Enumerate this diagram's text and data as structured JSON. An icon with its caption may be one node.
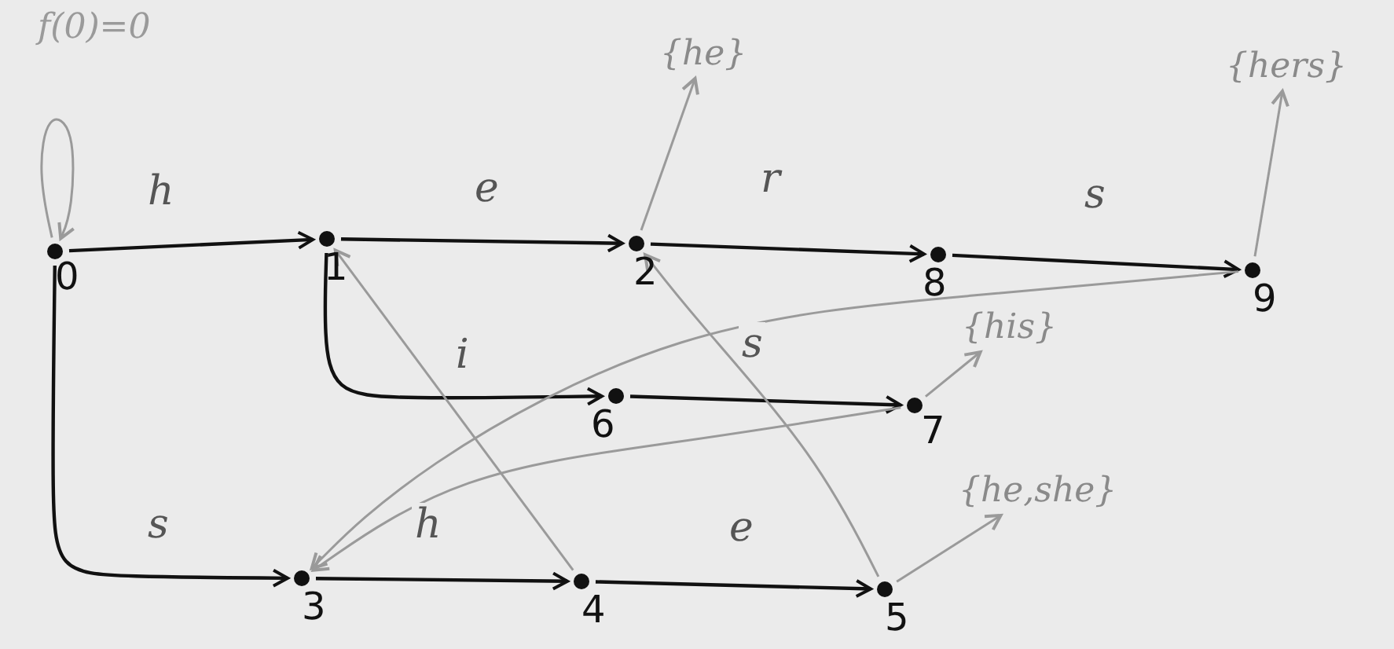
{
  "diagram": {
    "nodes": [
      {
        "text": [
          "0"
        ]
      },
      {
        "text": [
          "1"
        ]
      },
      {
        "text": [
          "2"
        ]
      },
      {
        "text": [
          "3"
        ]
      },
      {
        "text": [
          "4"
        ]
      },
      {
        "text": [
          "5"
        ]
      },
      {
        "text": [
          "6"
        ]
      },
      {
        "text": [
          "7"
        ]
      },
      {
        "text": [
          "8"
        ]
      },
      {
        "text": [
          "9"
        ]
      },
      {
        "text": [
          "{he}"
        ]
      },
      {
        "text": [
          "{hers}"
        ]
      },
      {
        "text": [
          "{his}"
        ]
      },
      {
        "text": [
          "{he,she}"
        ]
      }
    ],
    "edges": [
      {
        "from": 0,
        "to": 1,
        "arrow": "to",
        "label": "h"
      },
      {
        "from": 1,
        "to": 2,
        "arrow": "to",
        "label": "e"
      },
      {
        "from": 2,
        "to": 8,
        "arrow": "to",
        "label": "r"
      },
      {
        "from": 8,
        "to": 9,
        "arrow": "to",
        "label": "s"
      },
      {
        "from": 1,
        "to": 6,
        "arrow": "to",
        "label": "i"
      },
      {
        "from": 6,
        "to": 7,
        "arrow": "to",
        "label": "s"
      },
      {
        "from": 0,
        "to": 3,
        "arrow": "to",
        "label": "s"
      },
      {
        "from": 3,
        "to": 4,
        "arrow": "to",
        "label": "h"
      },
      {
        "from": 4,
        "to": 5,
        "arrow": "to",
        "label": "e"
      },
      {
        "from": 0,
        "to": 0,
        "arrow": "to",
        "label": "f(0)=0",
        "color": "#9a9a9a"
      },
      {
        "from": 4,
        "to": 1,
        "arrow": "to",
        "color": "#9a9a9a"
      },
      {
        "from": 5,
        "to": 2,
        "arrow": "to",
        "color": "#9a9a9a"
      },
      {
        "from": 9,
        "to": 3,
        "arrow": "to",
        "color": "#9a9a9a"
      },
      {
        "from": 7,
        "to": 3,
        "arrow": "to",
        "color": "#9a9a9a"
      },
      {
        "from": 2,
        "to": 10,
        "arrow": "to",
        "color": "#9a9a9a"
      },
      {
        "from": 9,
        "to": 11,
        "arrow": "to",
        "color": "#9a9a9a"
      },
      {
        "from": 7,
        "to": 12,
        "arrow": "to",
        "color": "#9a9a9a"
      },
      {
        "from": 5,
        "to": 13,
        "arrow": "to",
        "color": "#9a9a9a"
      }
    ]
  }
}
